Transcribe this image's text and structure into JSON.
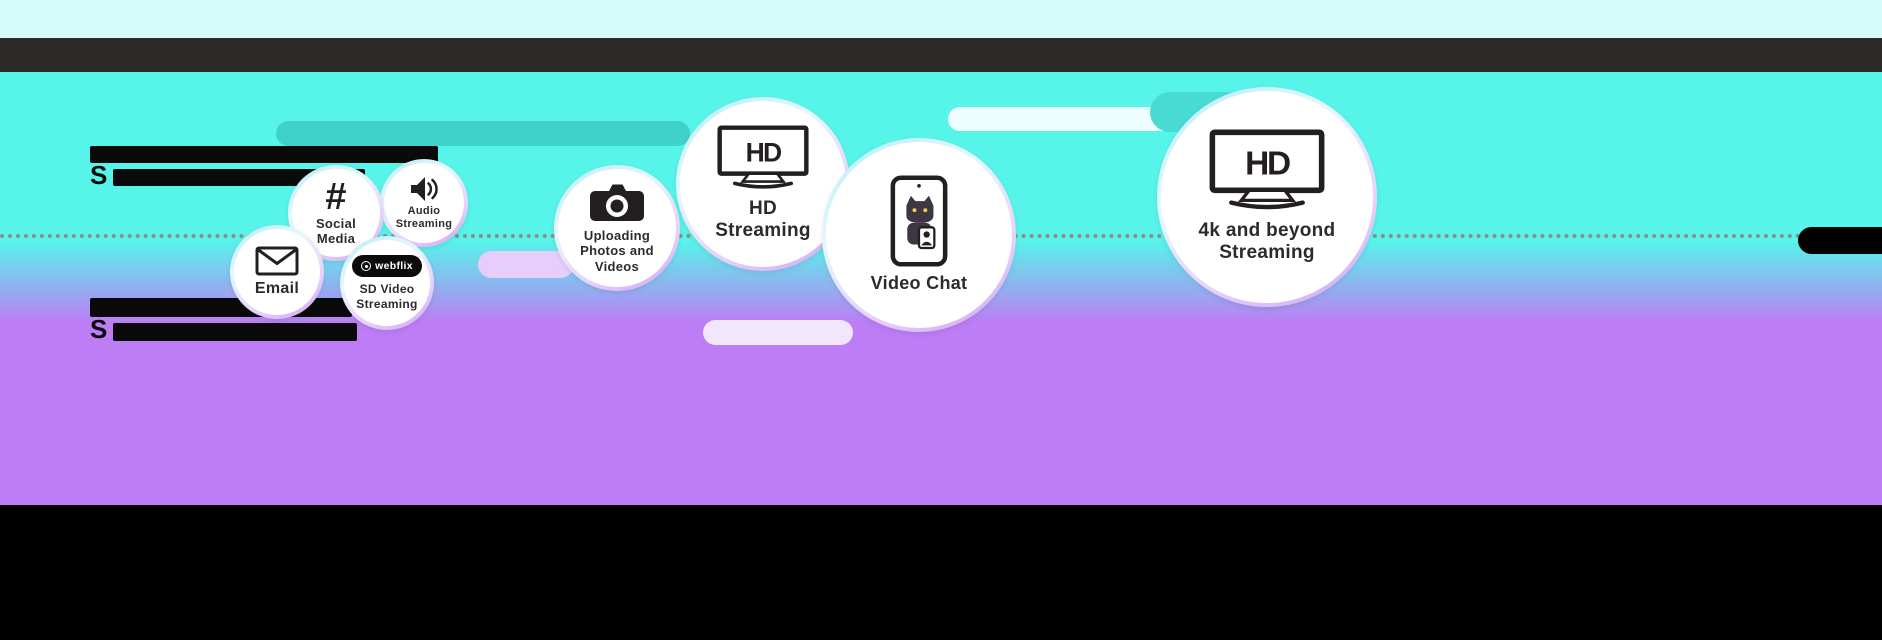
{
  "meta": {
    "description": "Internet activities by connection speed infographic"
  },
  "colors": {
    "cyan_background": "#57f4ea",
    "purple_background": "#bd7df5",
    "top_strip": "#d6fbf9",
    "dark_bar": "#2b2a28",
    "footer": "#000000",
    "teal_pill": "#3fd2ca",
    "lavender_pill": "#e7cdfa",
    "bubble_text": "#2d2a2e"
  },
  "redacted_text": {
    "group1_line2_prefix": "S",
    "group2_line2_prefix": "S"
  },
  "bubbles": [
    {
      "label": "Email",
      "icon": "envelope-icon"
    },
    {
      "label": "Social Media",
      "icon": "hashtag-icon",
      "icon_char": "#"
    },
    {
      "label": "Audio Streaming",
      "icon": "speaker-icon"
    },
    {
      "label": "SD Video Streaming",
      "icon": "webflix-logo",
      "logo_text": "webflix"
    },
    {
      "label": "Uploading Photos and Videos",
      "icon": "camera-icon"
    },
    {
      "label": "HD Streaming",
      "icon": "hd-tv-icon",
      "icon_text": "HD"
    },
    {
      "label": "Video Chat",
      "icon": "video-chat-phone-icon"
    },
    {
      "label": "4k and beyond Streaming",
      "icon": "hd-tv-icon",
      "icon_text": "HD"
    }
  ]
}
